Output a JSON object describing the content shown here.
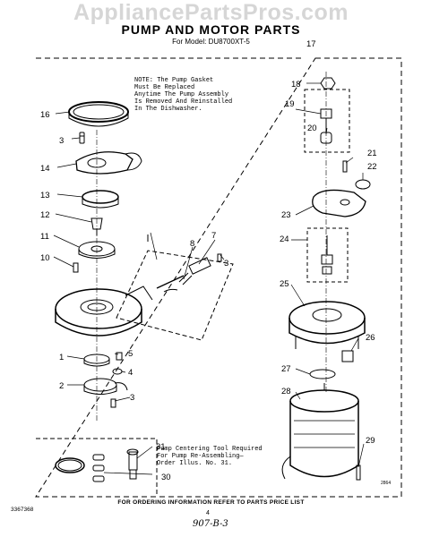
{
  "watermark": "AppliancePartsPros.com",
  "title": "PUMP AND MOTOR PARTS",
  "subtitle": "For Model: DU8700XT-5",
  "note": {
    "lines": [
      "NOTE: The Pump Gasket",
      "Must Be Replaced",
      "Anytime The Pump Assembly",
      "Is Removed And Reinstalled",
      "In The Dishwasher."
    ]
  },
  "tool_note": {
    "lines": [
      "Pump Centering Tool Required",
      "For Pump Re-Assembling—",
      "Order Illus. No. 31."
    ]
  },
  "footer": "FOR ORDERING INFORMATION REFER TO PARTS PRICE LIST",
  "doc_number": "3367368",
  "page_number": "4",
  "handwritten": "907-B-3",
  "art_code": "2864",
  "callouts": [
    "1",
    "2",
    "3",
    "3",
    "3",
    "4",
    "5",
    "7",
    "8",
    "10",
    "11",
    "12",
    "13",
    "14",
    "16",
    "17",
    "18",
    "19",
    "20",
    "21",
    "22",
    "23",
    "24",
    "25",
    "26",
    "27",
    "28",
    "29",
    "30",
    "31"
  ]
}
